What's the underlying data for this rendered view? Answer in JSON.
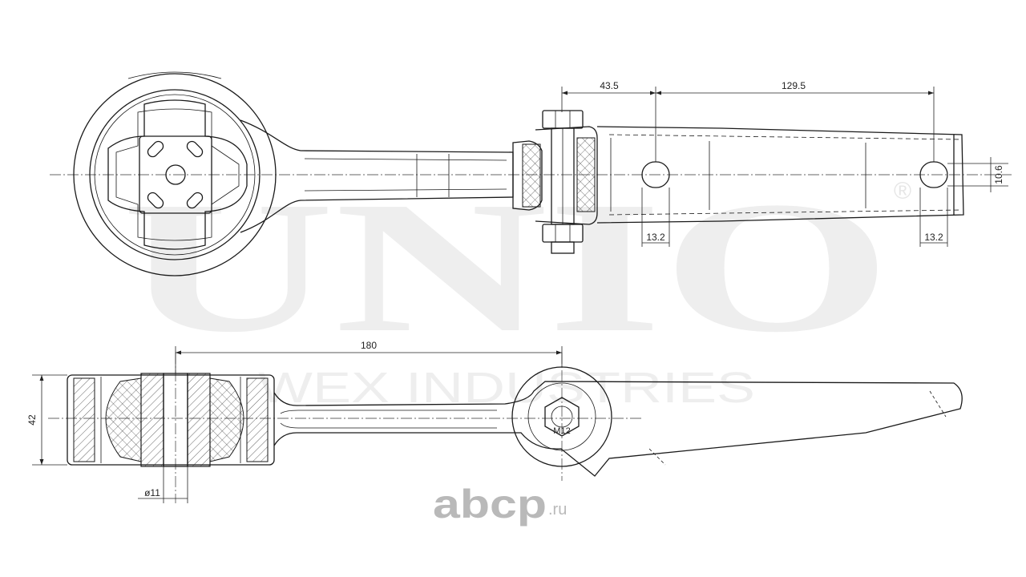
{
  "watermark": {
    "brand": "UNIO",
    "registered": "®",
    "subtitle": "WEX INDUSTRIES"
  },
  "footer_logo": {
    "name": "abcp",
    "suffix": ".ru"
  },
  "dimensions": {
    "top_offset": "43.5",
    "top_spacing": "129.5",
    "hole_left_width": "13.2",
    "hole_right_width": "13.2",
    "slot_height": "10.6",
    "overall_length": "180",
    "body_height": "42",
    "bore_diameter": "ø11",
    "bolt_label": "M12"
  },
  "colors": {
    "line": "#1a1a1a",
    "watermark": "#eeeeee",
    "logo": "#b9b9b9"
  }
}
